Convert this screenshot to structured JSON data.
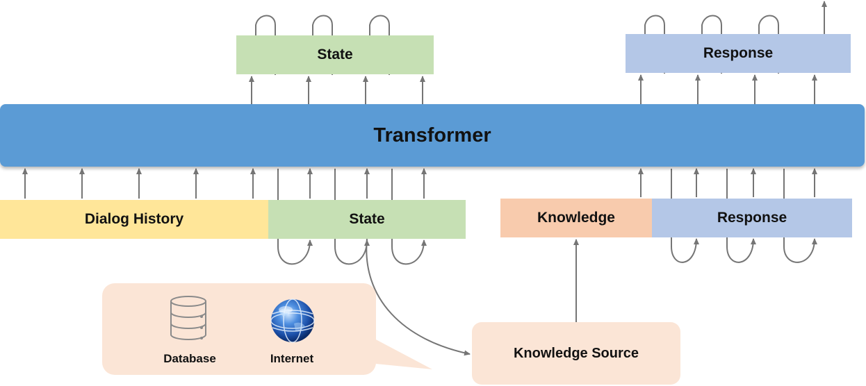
{
  "diagram": {
    "transformer": {
      "label": "Transformer",
      "color": "#5B9BD5"
    },
    "state_top": {
      "label": "State",
      "color": "#C6E0B4"
    },
    "response_top": {
      "label": "Response",
      "color": "#B4C7E7"
    },
    "dialog_history": {
      "label": "Dialog History",
      "color": "#FFE699"
    },
    "state_bottom": {
      "label": "State",
      "color": "#C6E0B4"
    },
    "knowledge": {
      "label": "Knowledge",
      "color": "#F8CBAD"
    },
    "response_bottom": {
      "label": "Response",
      "color": "#B4C7E7"
    },
    "knowledge_source": {
      "label": "Knowledge Source",
      "color": "#FBE5D6"
    },
    "sources": {
      "color": "#FBE5D6",
      "database": {
        "label": "Database",
        "icon": "database-icon"
      },
      "internet": {
        "label": "Internet",
        "icon": "globe-icon"
      }
    },
    "arrow_color": "#757575"
  }
}
